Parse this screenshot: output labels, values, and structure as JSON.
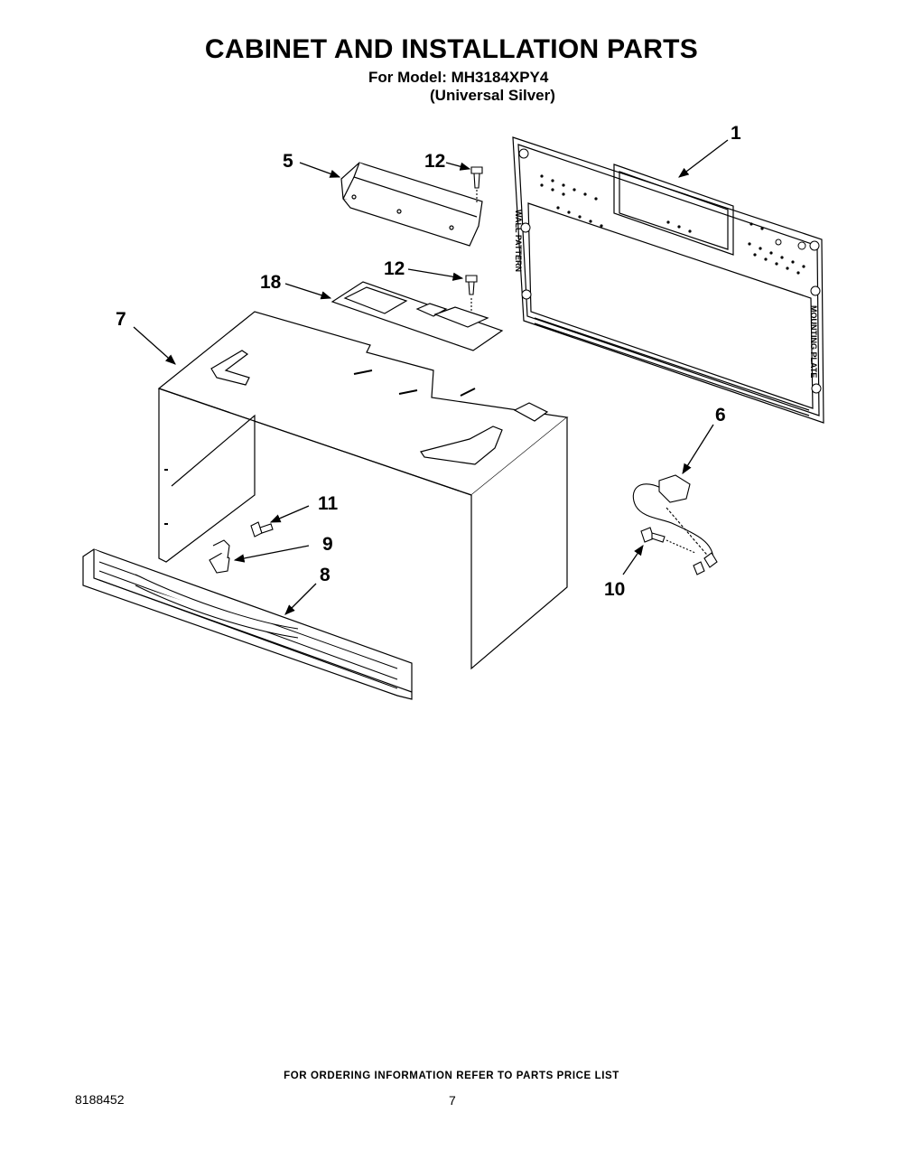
{
  "header": {
    "title": "CABINET AND INSTALLATION PARTS",
    "model_line": "For Model: MH3184XPY4",
    "variant_line": "(Universal Silver)"
  },
  "callouts": {
    "c1": "1",
    "c5": "5",
    "c12a": "12",
    "c12b": "12",
    "c18": "18",
    "c7": "7",
    "c6": "6",
    "c11": "11",
    "c9": "9",
    "c8": "8",
    "c10": "10"
  },
  "plate_text": {
    "left": "WALL PATTERN",
    "right": "MOUNTING PLATE"
  },
  "footer": {
    "note": "FOR ORDERING INFORMATION REFER TO PARTS PRICE LIST",
    "doc_number": "8188452",
    "page_number": "7"
  }
}
